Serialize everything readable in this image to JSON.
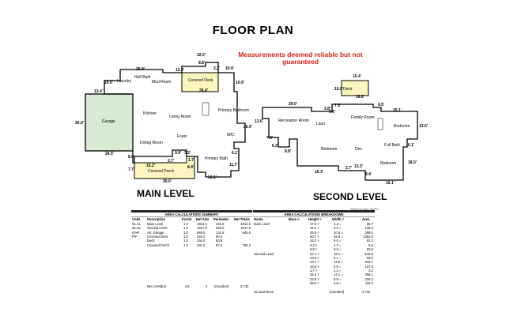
{
  "title": "FLOOR PLAN",
  "disclaimer": "Measurements deemed reliable but not guaranteed",
  "main_level": {
    "label": "MAIN LEVEL",
    "rooms": [
      "Garage",
      "Kitchen",
      "Laundry",
      "Half Bath",
      "Mud Room",
      "Covered Deck",
      "Living Room",
      "Primary Bedroom",
      "Foyer",
      "Dining Room",
      "WIC",
      "Primary Bath",
      "Covered Porch"
    ],
    "dimensions": [
      "13.4'",
      "10.0'",
      "25.9'",
      "12.3'",
      "8.8'",
      "32.0'",
      "3.2'",
      "10.9'",
      "10.0'",
      "26.4'",
      "26.9'",
      "24.5'",
      "6.0'",
      "7.7'",
      "15.2'",
      "9.9'",
      "3.2'",
      "1.7'",
      "2.7'",
      "8.4'",
      "30.0'",
      "16.1'",
      "11.7'",
      "6.1'",
      "26.9'"
    ]
  },
  "second_level": {
    "label": "SECOND LEVEL",
    "rooms": [
      "Deck",
      "Recreation Room",
      "Laun",
      "Family Room",
      "Bedroom",
      "Bedroom",
      "Den",
      "Full Bath",
      "Bedroom"
    ],
    "dimensions": [
      "15.4'",
      "10.0'",
      "16.6'",
      "29.0'",
      "3.8'",
      "7.5'",
      "9.6'",
      "6.5'",
      "20.1'",
      "13.6'",
      "13.6'",
      "7.0'",
      "6.2'",
      "9.8'",
      "15.3'",
      "2.7'",
      "13.3'",
      "8.4'",
      "6.1'",
      "18.5'",
      "16.1'"
    ]
  },
  "credit": "Sketch by Apex Sketch",
  "summary_table": {
    "title": "AREA CALCULATIONS SUMMARY",
    "headers": [
      "Code",
      "Description",
      "Factor",
      "Net Size",
      "Perimeter",
      "Net Totals"
    ],
    "rows": [
      [
        "GLA1",
        "Main Level",
        "1.0",
        "1913.6",
        "231.8",
        "1913.6"
      ],
      [
        "GLA2",
        "Second Level",
        "1.0",
        "1817.9",
        "252.0",
        "1817.9"
      ],
      [
        "GAR",
        "Att. Garage",
        "1.0",
        "645.6",
        "101.8",
        "645.6"
      ],
      [
        "P/P",
        "Covered Deck",
        "1.0",
        "348.2",
        "90.4",
        ""
      ],
      [
        "",
        "Deck",
        "1.0",
        "154.0",
        "50.8",
        ""
      ],
      [
        "",
        "Covered Porch",
        "1.0",
        "291.0",
        "87.4",
        "793.2"
      ]
    ],
    "footer": [
      "Net LIVABLE",
      "cnt",
      "2",
      "(rounded)",
      "3,732"
    ]
  },
  "breakdown_table": {
    "title": "AREA CALCULATIONS BREAKDOWN",
    "headers": [
      "Name",
      "Base ×",
      "Height ×",
      "Width =",
      "Area"
    ],
    "rows": [
      [
        "Main Level",
        "",
        "17.8 ×",
        "3.3 =",
        "58.7"
      ],
      [
        "",
        "",
        "16.1 ×",
        "8.4 =",
        "135.2"
      ],
      [
        "",
        "",
        "25.9 ×",
        "10.8 =",
        "299.0"
      ],
      [
        "",
        "",
        "50.7 ×",
        "26.9 =",
        "1362.8"
      ],
      [
        "",
        "",
        "15.2 ×",
        "6.0 =",
        "91.2"
      ],
      [
        "",
        "",
        "3.3 ×",
        "1.7 =",
        "5.6"
      ],
      [
        "",
        "",
        "9.9 ×",
        "6.2 =",
        "60.8"
      ],
      [
        "Second Level",
        "",
        "32.1 ×",
        "16.1 =",
        "516.8"
      ],
      [
        "",
        "",
        "13.6 ×",
        "6.1 =",
        "83.0"
      ],
      [
        "",
        "",
        "23.7 ×",
        "14.5 =",
        "343.7"
      ],
      [
        "",
        "",
        "16.6 ×",
        "6.5 =",
        "107.9"
      ],
      [
        "",
        "",
        "2.7 ×",
        "1.2 =",
        "3.2"
      ],
      [
        "",
        "",
        "25.4 ×",
        "14.1 =",
        "358.1"
      ],
      [
        "",
        "",
        "23.9 ×",
        "9.8 =",
        "234.2"
      ],
      [
        "",
        "",
        "29.0 ×",
        "3.8 =",
        "110.2"
      ]
    ],
    "footer": [
      "15 total items",
      "(rounded)",
      "3,732"
    ]
  }
}
